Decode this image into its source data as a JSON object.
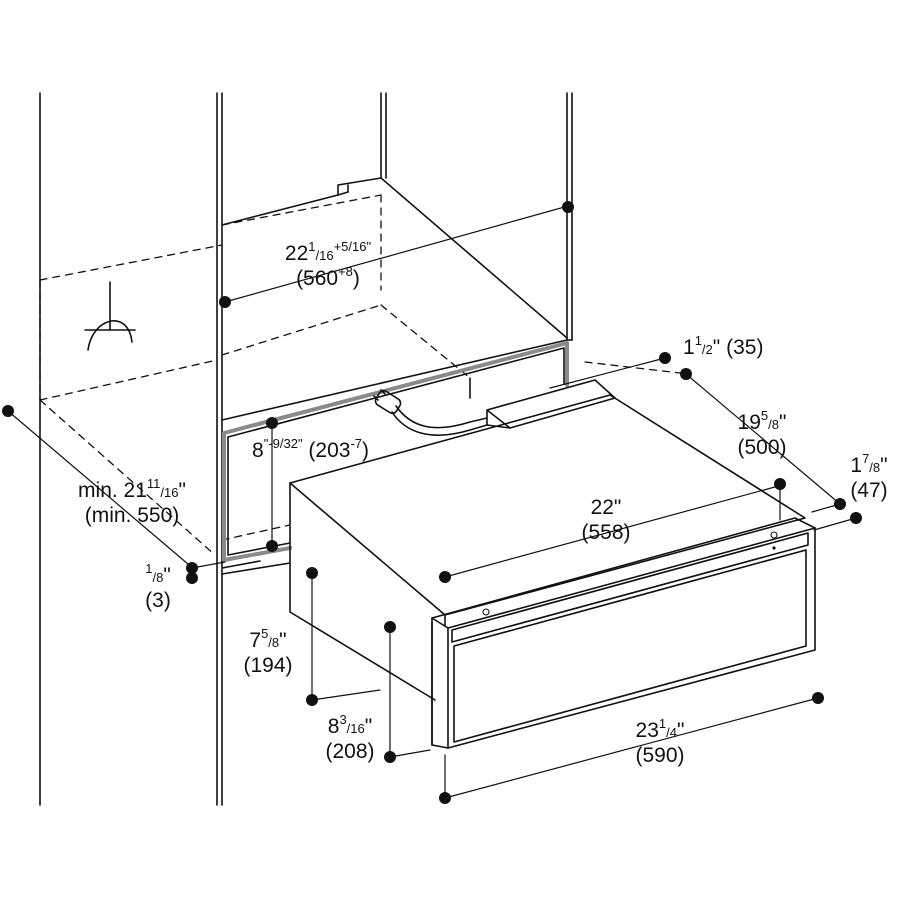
{
  "diagram": {
    "colors": {
      "ink": "#111111",
      "niche_outline": "#8a8a8a",
      "background": "#ffffff"
    },
    "icons": [
      "electrical-outlet-icon",
      "power-plug-icon"
    ],
    "dimensions": {
      "niche_depth": {
        "whole": "22",
        "num": "1",
        "den": "16",
        "tolerance_in": "+5/16\"",
        "mm": "(560",
        "tolerance_mm": "+8",
        "mm_close": ")"
      },
      "cord_clearance": {
        "whole": "8",
        "suffix": "\"",
        "tolerance_in": "-9/32\"",
        "mm": "(203",
        "tolerance_mm": "-7",
        "mm_close": ")"
      },
      "min_depth": {
        "prefix": "min. 21",
        "num": "11",
        "den": "16",
        "in_close": "\"",
        "mm": "(min. 550)"
      },
      "gap": {
        "num": "1",
        "den": "8",
        "in_close": "\"",
        "mm": "(3)"
      },
      "front_thickness": {
        "whole": "1",
        "num": "1",
        "den": "2",
        "in_close": "\"",
        "mm": "(35)"
      },
      "body_depth": {
        "whole": "19",
        "num": "5",
        "den": "8",
        "in_close": "\"",
        "mm": "(500)"
      },
      "front_depth": {
        "whole": "1",
        "num": "7",
        "den": "8",
        "in_close": "\"",
        "mm": "(47)"
      },
      "body_width": {
        "value": "22\"",
        "mm": "(558)"
      },
      "body_height": {
        "whole": "7",
        "num": "5",
        "den": "8",
        "in_close": "\"",
        "mm": "(194)"
      },
      "front_height": {
        "whole": "8",
        "num": "3",
        "den": "16",
        "in_close": "\"",
        "mm": "(208)"
      },
      "front_width": {
        "whole": "23",
        "num": "1",
        "den": "4",
        "in_close": "\"",
        "mm": "(590)"
      }
    }
  }
}
